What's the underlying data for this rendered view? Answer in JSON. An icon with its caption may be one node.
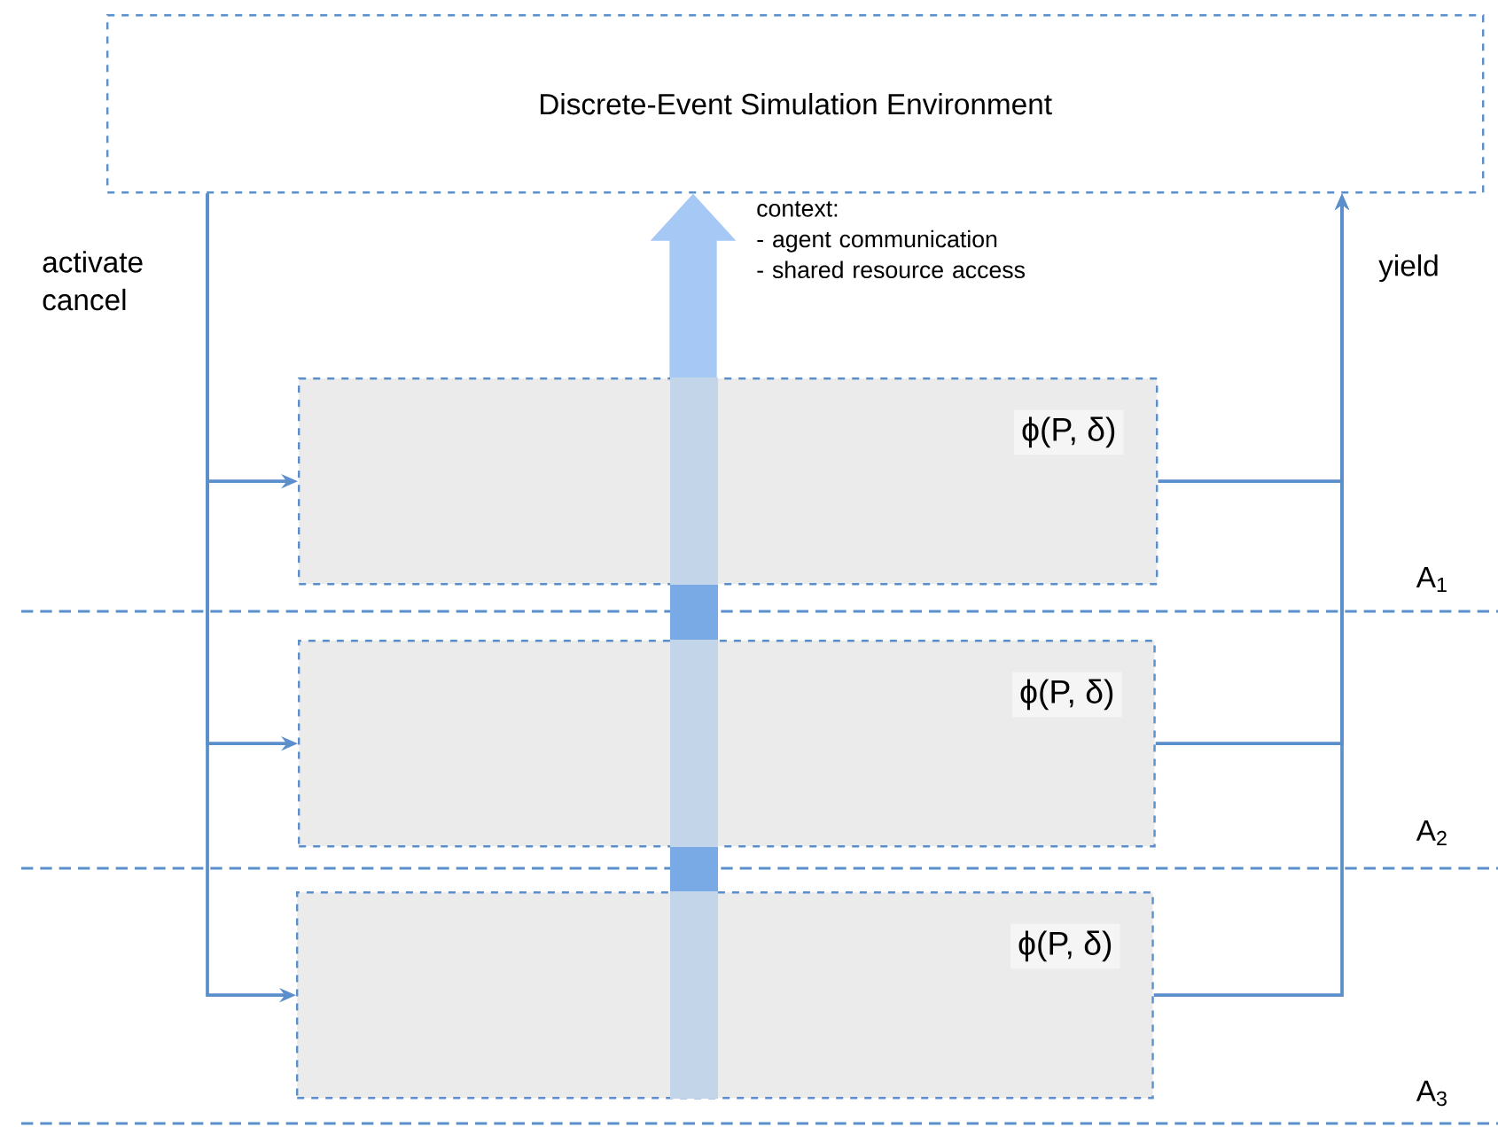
{
  "diagram": {
    "nodes": [
      {
        "text": [
          "Discrete-Event Simulation Environment"
        ]
      },
      {
        "text": [
          "ϕ(P, δ)"
        ]
      },
      {
        "text": [
          "ϕ(P, δ)"
        ]
      },
      {
        "text": [
          "ϕ(P, δ)"
        ]
      }
    ],
    "edges": [
      {
        "from": 0,
        "to": 1,
        "arrow": "to",
        "label": "activate cancel"
      },
      {
        "from": 0,
        "to": 2,
        "arrow": "to"
      },
      {
        "from": 0,
        "to": 3,
        "arrow": "to"
      },
      {
        "from": 1,
        "to": 0,
        "arrow": "to",
        "label": "yield"
      },
      {
        "from": 2,
        "to": 0,
        "arrow": "to"
      },
      {
        "from": 3,
        "to": 0,
        "arrow": "to"
      },
      {
        "from": 1,
        "to": 0,
        "arrow": "to",
        "style": "thick",
        "color": "#a6c8f5",
        "label": "context: - agent communication - shared resource access"
      }
    ],
    "labels": [
      "A$_{1}$",
      "A$_{2}$",
      "A$_{3}$"
    ]
  }
}
